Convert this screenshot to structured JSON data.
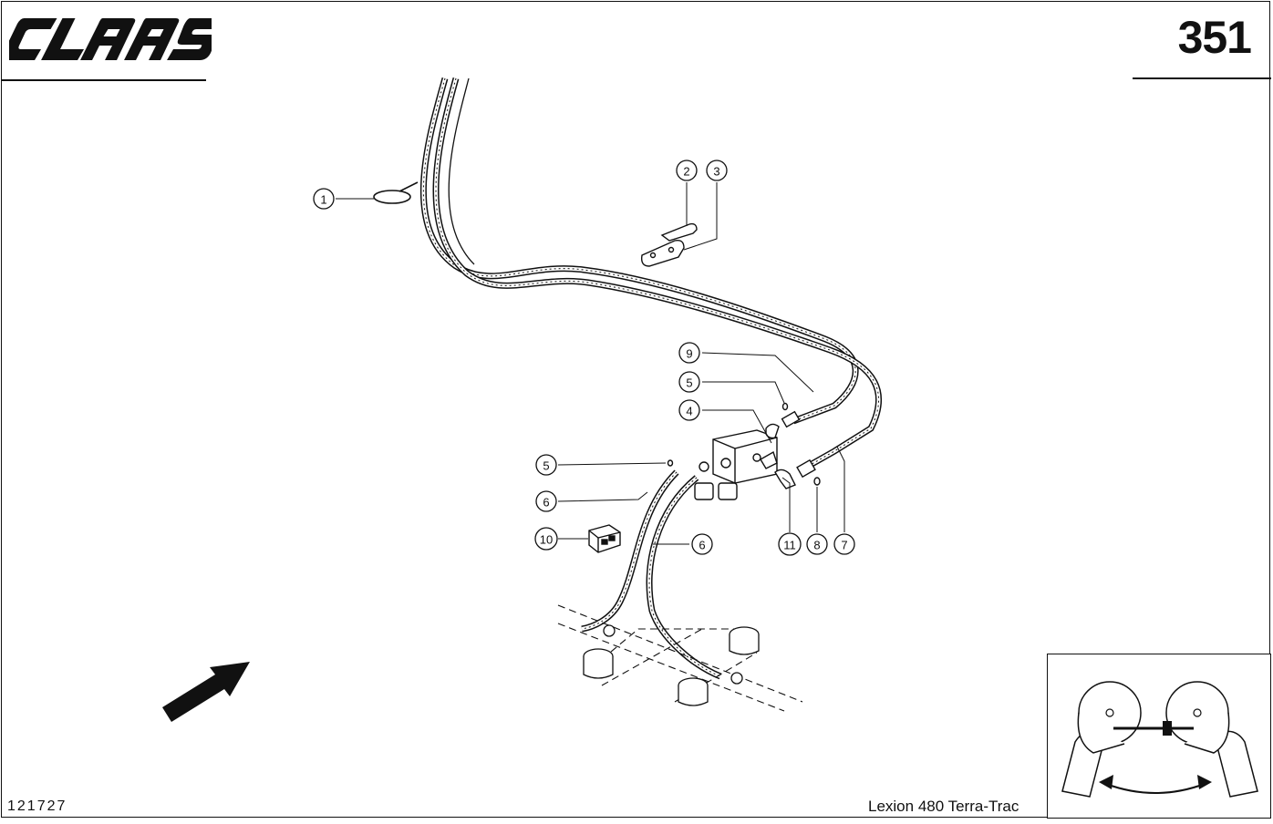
{
  "header": {
    "brand_logo": "CLAAS",
    "page_number": "351"
  },
  "footer": {
    "drawing_number": "121727",
    "model": "Lexion 480 Terra-Trac"
  },
  "callouts": [
    "1",
    "2",
    "3",
    "9",
    "5",
    "4",
    "5",
    "6",
    "10",
    "6",
    "11",
    "8",
    "7"
  ],
  "icons": {
    "direction_arrow": "arrow-icon",
    "inset": "steering-pivot-inset"
  }
}
